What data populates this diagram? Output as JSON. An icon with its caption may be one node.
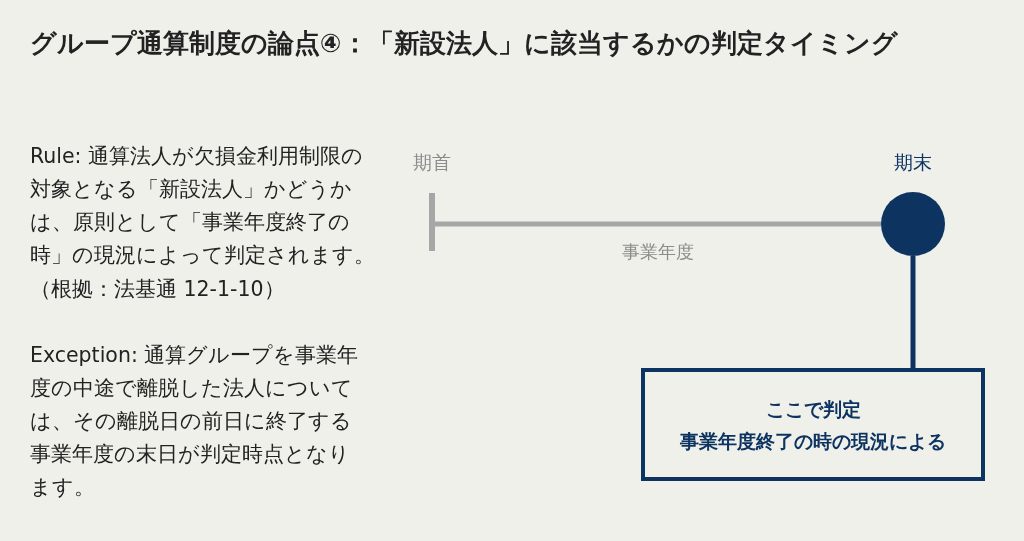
{
  "diagram": {
    "title": "グループ通算制度の論点④：「新設法人」に該当するかの判定タイミング",
    "nodes": [
      {
        "text": [
          "期首"
        ]
      },
      {
        "text": [
          "期末"
        ]
      },
      {
        "text": [
          "ここで判定",
          "事業年度終了の時の現況による"
        ]
      }
    ],
    "edges": [
      {
        "from": 0,
        "to": 1,
        "arrow": "none",
        "label": "事業年度",
        "color": "#a6a6a6"
      },
      {
        "from": 1,
        "to": 2,
        "arrow": "none",
        "color": "#0d3461"
      }
    ],
    "labels": [
      "Rule: 通算法人が欠損金利用制限の対象となる「新設法人」かどうかは、原則として「事業年度終了の時」の現況によって判定されます。",
      "（根拠：法基通 12-1-10）",
      "Exception: 通算グループを事業年度の中途で離脱した法人については、その離脱日の前日に終了する事業年度の末日が判定時点となります。"
    ]
  }
}
